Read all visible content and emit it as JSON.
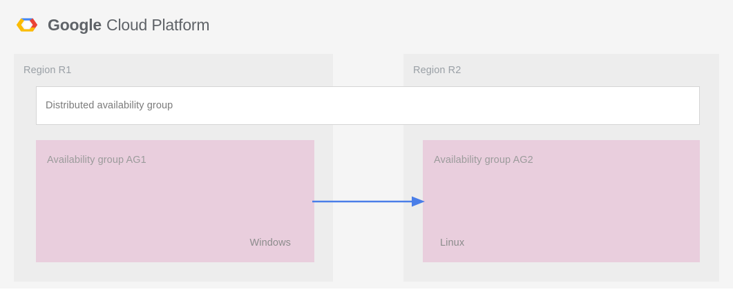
{
  "header": {
    "logo_icon": "google-cloud-platform-hexagon-logo",
    "brand_primary": "Google",
    "brand_secondary": "Cloud Platform",
    "logo_colors": {
      "blue": "#4285F4",
      "yellow": "#FBBC05",
      "red": "#EA4335",
      "center": "#FFFFFF"
    }
  },
  "diagram": {
    "type": "architecture-diagram",
    "regions": [
      {
        "id": "r1",
        "label": "Region R1",
        "availability_group": {
          "title": "Availability group AG1",
          "os_label": "Windows",
          "color": "#e9cedd"
        }
      },
      {
        "id": "r2",
        "label": "Region R2",
        "availability_group": {
          "title": "Availability group AG2",
          "os_label": "Linux",
          "color": "#e9cedd"
        }
      }
    ],
    "distributed_group": {
      "label": "Distributed availability group",
      "spans_regions": [
        "r1",
        "r2"
      ]
    },
    "connector": {
      "icon": "arrow-right-icon",
      "from": "Availability group AG1",
      "to": "Availability group AG2",
      "direction": "right",
      "color": "#4a7ee8"
    }
  },
  "colors": {
    "page_background": "#f5f5f5",
    "region_background": "#ededed",
    "availability_group": "#e9cedd",
    "distributed_group_background": "#ffffff",
    "distributed_group_border": "#d4d4d4",
    "text_muted": "#9aa0a6",
    "arrow": "#4a7ee8"
  }
}
